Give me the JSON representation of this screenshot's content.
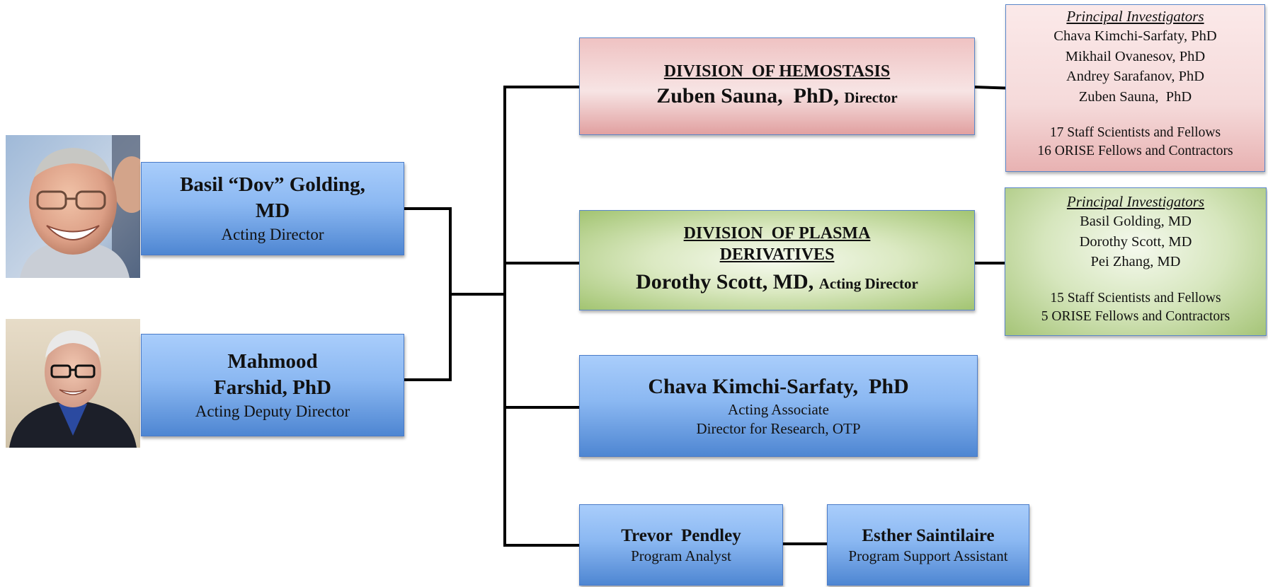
{
  "leadership": {
    "director": {
      "name": "Basil “Dov” Golding, MD",
      "title": "Acting Director"
    },
    "deputy": {
      "name": "Mahmood Farshid, PhD",
      "title": "Acting Deputy Director"
    }
  },
  "divisions": {
    "hemostasis": {
      "title": "DIVISION  OF HEMOSTASIS",
      "director_name": "Zuben Sauna,  PhD,",
      "director_role": "Director",
      "pi": {
        "heading": "Principal Investigators",
        "names": [
          "Chava Kimchi-Sarfaty, PhD",
          "Mikhail Ovanesov, PhD",
          "Andrey Sarafanov, PhD",
          "Zuben Sauna,  PhD"
        ],
        "staff": [
          "17 Staff Scientists and Fellows",
          "16 ORISE Fellows and Contractors"
        ]
      }
    },
    "plasma": {
      "title_line1": "DIVISION  OF PLASMA",
      "title_line2": "DERIVATIVES",
      "director_name": "Dorothy Scott, MD,",
      "director_role": "Acting Director",
      "pi": {
        "heading": "Principal Investigators",
        "names": [
          "Basil Golding, MD",
          "Dorothy Scott, MD",
          "Pei Zhang, MD"
        ],
        "staff": [
          "15 Staff Scientists and Fellows",
          "5 ORISE Fellows and Contractors"
        ]
      }
    }
  },
  "associate": {
    "name": "Chava Kimchi-Sarfaty,  PhD",
    "title_line1": "Acting Associate",
    "title_line2": "Director for Research, OTP"
  },
  "staff": {
    "analyst": {
      "name": "Trevor  Pendley",
      "title": "Program Analyst"
    },
    "assistant": {
      "name": "Esther Saintilaire",
      "title": "Program Support Assistant"
    }
  }
}
